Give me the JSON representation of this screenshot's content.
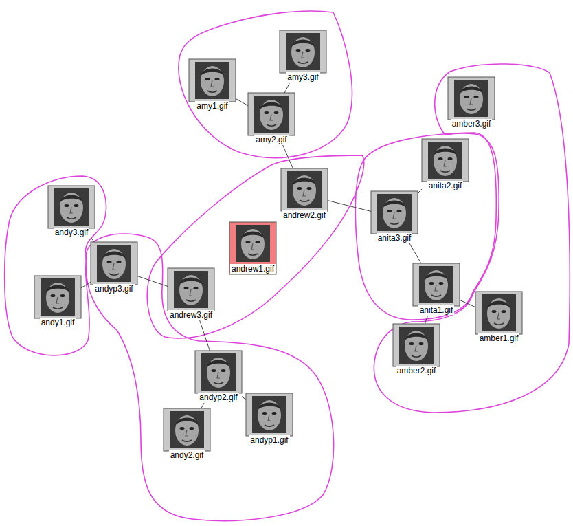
{
  "diagram": {
    "nodes": [
      {
        "text": [
          "amy3.gif"
        ]
      },
      {
        "text": [
          "amy1.gif"
        ]
      },
      {
        "text": [
          "amber3.gif"
        ]
      },
      {
        "text": [
          "amy2.gif"
        ]
      },
      {
        "text": [
          "anita2.gif"
        ]
      },
      {
        "text": [
          "andrew2.gif"
        ]
      },
      {
        "text": [
          "andy3.gif"
        ]
      },
      {
        "text": [
          "anita3.gif"
        ]
      },
      {
        "text": [
          "andrew1.gif"
        ]
      },
      {
        "text": [
          "andyp3.gif"
        ]
      },
      {
        "text": [
          "andrew3.gif"
        ]
      },
      {
        "text": [
          "anita1.gif"
        ]
      },
      {
        "text": [
          "andy1.gif"
        ]
      },
      {
        "text": [
          "amber1.gif"
        ]
      },
      {
        "text": [
          "amber2.gif"
        ]
      },
      {
        "text": [
          "andyp2.gif"
        ]
      },
      {
        "text": [
          "andyp1.gif"
        ]
      },
      {
        "text": [
          "andy2.gif"
        ]
      }
    ],
    "edges": [
      {
        "from": 0,
        "to": 3,
        "arrow": "none"
      },
      {
        "from": 1,
        "to": 3,
        "arrow": "none"
      },
      {
        "from": 3,
        "to": 5,
        "arrow": "none"
      },
      {
        "from": 5,
        "to": 7,
        "arrow": "none"
      },
      {
        "from": 4,
        "to": 7,
        "arrow": "none"
      },
      {
        "from": 7,
        "to": 11,
        "arrow": "none"
      },
      {
        "from": 11,
        "to": 13,
        "arrow": "none"
      },
      {
        "from": 11,
        "to": 14,
        "arrow": "none"
      },
      {
        "from": 6,
        "to": 9,
        "arrow": "none"
      },
      {
        "from": 12,
        "to": 9,
        "arrow": "none"
      },
      {
        "from": 9,
        "to": 10,
        "arrow": "none"
      },
      {
        "from": 10,
        "to": 15,
        "arrow": "none"
      },
      {
        "from": 15,
        "to": 17,
        "arrow": "none"
      },
      {
        "from": 15,
        "to": 16,
        "arrow": "none"
      }
    ]
  }
}
